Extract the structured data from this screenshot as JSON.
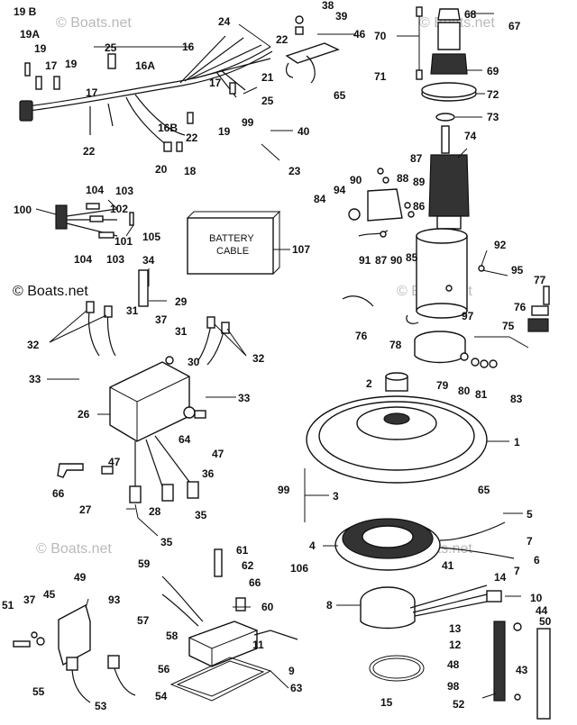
{
  "watermarks": {
    "light": "© Boats.net",
    "dark": "© Boats.net"
  },
  "battery_cable": {
    "line1": "BATTERY",
    "line2": "CABLE"
  },
  "callouts": {
    "c19B": "19 B",
    "c19A": "19A",
    "c19": "19",
    "c17a": "17",
    "c19b": "19",
    "c17b": "17",
    "c22a": "22",
    "c25a": "25",
    "c16A": "16A",
    "c16": "16",
    "c24": "24",
    "c22b": "22",
    "c38": "38",
    "c39": "39",
    "c46": "46",
    "c70": "70",
    "c68": "68",
    "c67": "67",
    "c69": "69",
    "c71": "71",
    "c72": "72",
    "c73": "73",
    "c21": "21",
    "c25b": "25",
    "c17c": "17",
    "c65a": "65",
    "c99a": "99",
    "c40": "40",
    "c19c": "19",
    "c16B": "16B",
    "c22c": "22",
    "c20": "20",
    "c18": "18",
    "c23": "23",
    "c74": "74",
    "c87a": "87",
    "c90a": "90",
    "c88": "88",
    "c89": "89",
    "c94": "94",
    "c84": "84",
    "c86": "86",
    "c104a": "104",
    "c103a": "103",
    "c100": "100",
    "c102": "102",
    "c105": "105",
    "c101": "101",
    "c104b": "104",
    "c103b": "103",
    "c107": "107",
    "c91": "91",
    "c87b": "87",
    "c90b": "90",
    "c85": "85",
    "c92": "92",
    "c95": "95",
    "c34": "34",
    "c29": "29",
    "c31a": "31",
    "c37a": "37",
    "c31b": "31",
    "c32a": "32",
    "c30": "30",
    "c32b": "32",
    "c97": "97",
    "c77": "77",
    "c76a": "76",
    "c78": "78",
    "c76b": "76",
    "c75": "75",
    "c33a": "33",
    "c33b": "33",
    "c79": "79",
    "c80": "80",
    "c81": "81",
    "c83": "83",
    "c2": "2",
    "c26": "26",
    "c64": "64",
    "c47a": "47",
    "c1": "1",
    "c47b": "47",
    "c66a": "66",
    "c36": "36",
    "c99b": "99",
    "c3": "3",
    "c65b": "65",
    "c27": "27",
    "c28": "28",
    "c35a": "35",
    "c35b": "35",
    "c5": "5",
    "c4": "4",
    "c7a": "7",
    "c6": "6",
    "c7b": "7",
    "c61": "61",
    "c59": "59",
    "c62": "62",
    "c106": "106",
    "c41": "41",
    "c14": "14",
    "c49": "49",
    "c66b": "66",
    "c37b": "37",
    "c45": "45",
    "c93": "93",
    "c51": "51",
    "c60": "60",
    "c57": "57",
    "c8": "8",
    "c10": "10",
    "c44": "44",
    "c50": "50",
    "c58": "58",
    "c13": "13",
    "c11": "11",
    "c12": "12",
    "c56": "56",
    "c9": "9",
    "c48": "48",
    "c43": "43",
    "c55": "55",
    "c53": "53",
    "c54": "54",
    "c63": "63",
    "c15": "15",
    "c98": "98",
    "c52": "52"
  }
}
